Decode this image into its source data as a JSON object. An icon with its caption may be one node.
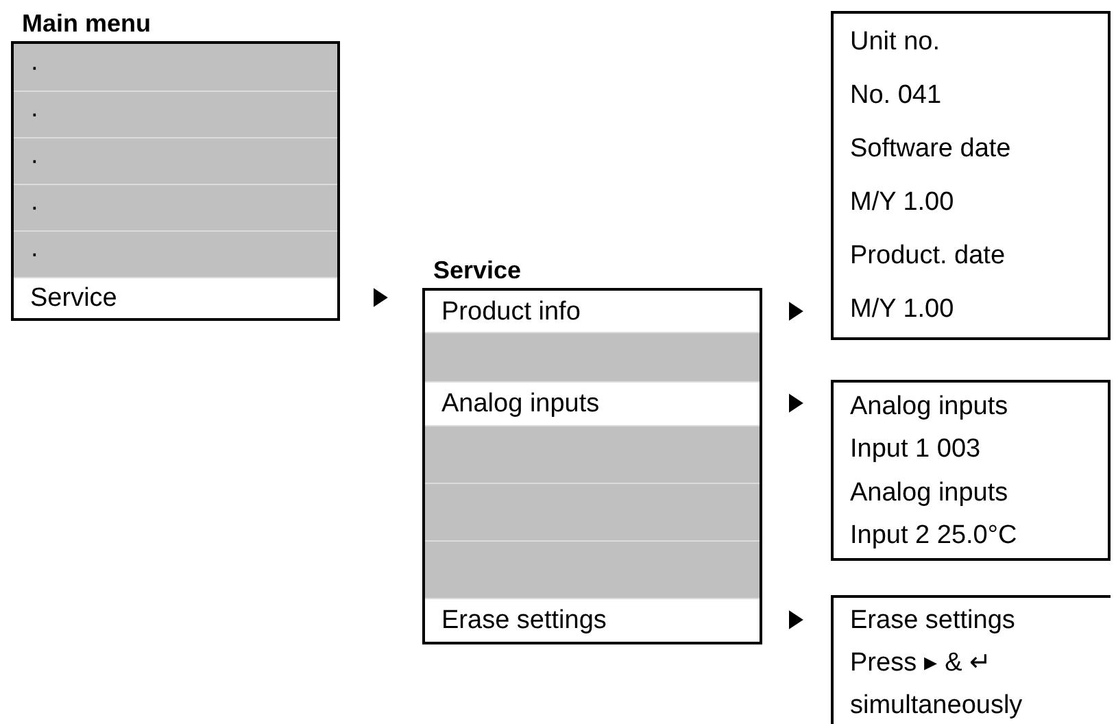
{
  "diagram": {
    "nodes": [
      {
        "text": [
          "Main menu"
        ]
      },
      {
        "text": [
          "·"
        ],
        "in": 0
      },
      {
        "text": [
          "·"
        ],
        "in": 0
      },
      {
        "text": [
          "·"
        ],
        "in": 0
      },
      {
        "text": [
          "·"
        ],
        "in": 0
      },
      {
        "text": [
          "·"
        ],
        "in": 0
      },
      {
        "text": [
          "Service"
        ],
        "in": 0
      },
      {
        "text": [
          "Service"
        ]
      },
      {
        "text": [
          "Product info"
        ],
        "in": 7
      },
      {
        "text": [],
        "shape": "bar",
        "in": 7
      },
      {
        "text": [
          "Analog inputs"
        ],
        "in": 7
      },
      {
        "text": [],
        "shape": "bar",
        "in": 7
      },
      {
        "text": [],
        "shape": "bar",
        "in": 7
      },
      {
        "text": [],
        "shape": "bar",
        "in": 7
      },
      {
        "text": [
          "Erase settings"
        ],
        "in": 7
      },
      {
        "text": [
          "Unit no.",
          "No. 041",
          "Software date",
          "M/Y 1.00",
          "Product. date",
          "M/Y 1.00"
        ]
      },
      {
        "text": [
          "Analog inputs",
          "Input 1 003",
          "Analog inputs",
          "Input 2 25.0°C"
        ]
      },
      {
        "text": [
          "Erase settings",
          "Press ▸ & ↵",
          "simultaneously"
        ]
      }
    ],
    "edges": [
      {
        "from": 6,
        "to": 7,
        "arrow": "to"
      },
      {
        "from": 8,
        "to": 15,
        "arrow": "to"
      },
      {
        "from": 10,
        "to": 16,
        "arrow": "to"
      },
      {
        "from": 14,
        "to": 17,
        "arrow": "to"
      }
    ]
  }
}
